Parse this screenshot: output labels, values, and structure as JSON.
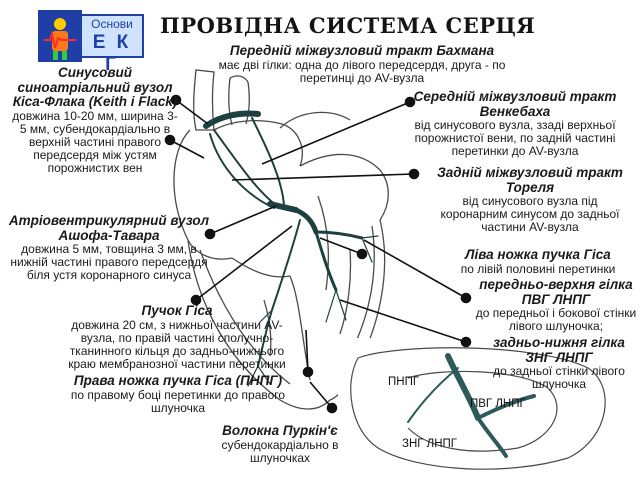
{
  "logo": {
    "top": "Основи",
    "bottom": "Е К Г"
  },
  "title": "ПРОВІДНА СИСТЕМА СЕРЦЯ",
  "labels": {
    "bachmann": {
      "heading": "Передній міжвузловий тракт Бахмана",
      "text": "має дві гілки: одна до лівого передсердя, друга - по перетинці до AV-вузла"
    },
    "sa_node": {
      "heading": "Синусовий синоатріальний вузол Кіса-Флака (Keith і Flack)",
      "text": "довжина 10-20 мм, ширина 3-5 мм, субендокардіально в верхній частині правого передсердя між устям порожнистих вен"
    },
    "wenckebach": {
      "heading": "Середній міжвузловий тракт Венкебаха",
      "text": "від синусового вузла, ззаді верхньої порожнистої вени, по задній частині перетинки до AV-вузла"
    },
    "thorel": {
      "heading": "Задній міжвузловий тракт Тореля",
      "text": "від синусового вузла під коронарним синусом до задньої частини AV-вузла"
    },
    "av_node": {
      "heading": "Атріовентрикулярний вузол Ашофа-Тавара",
      "text": "довжина 5 мм, товщина 3 мм, в нижній частині правого передсердя біля устя коронарного синуса"
    },
    "left_bundle": {
      "heading": "Ліва ножка пучка Гіса",
      "text": "по лівій половині перетинки"
    },
    "anterior_branch": {
      "heading": "передньо-верхня гілка ПВГ ЛНПГ",
      "text": "до передньої і бокової стінки лівого шлуночка;"
    },
    "his": {
      "heading": "Пучок Гіса",
      "text": "довжина 20 см, з нижньої частини AV-вузла, по правій частині сполучно-тканинного кільця до задньо-нижнього краю мембранозної частини перетинки"
    },
    "posterior_branch": {
      "heading": "задньо-нижня гілка ЗНГ ЛНПГ",
      "text": "до задньої стінки лівого шлуночка"
    },
    "right_bundle": {
      "heading": "Права ножка пучка Гіса (ПНПГ)",
      "text": "по правому боці перетинки до правого шлуночка"
    },
    "purkinje": {
      "heading": "Волокна Пуркін'є",
      "text": "субендокардіально в шлуночках"
    }
  },
  "inset_labels": {
    "pnpg": "ПНПГ",
    "pvg": "ПВГ ЛНПГ",
    "zng": "ЗНГ ЛНПГ"
  },
  "colors": {
    "heart_line": "#4a4a4a",
    "conduction": "#1f4040",
    "inset_tract": "#2e5a5a",
    "logo_blue": "#1f3fa6"
  }
}
